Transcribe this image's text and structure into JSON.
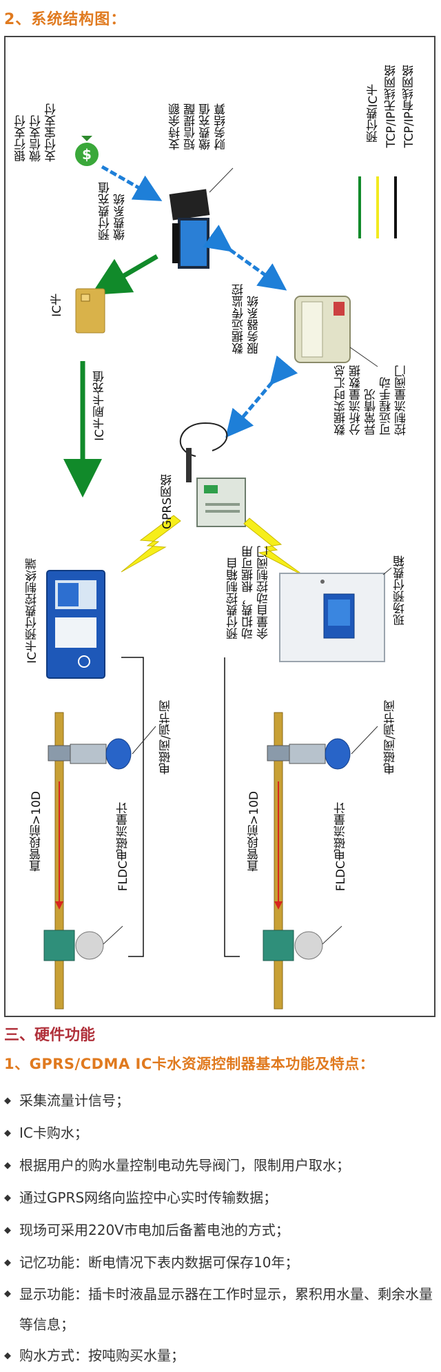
{
  "section_title": "2、系统结构图：",
  "diagram": {
    "legend": [
      {
        "label": "TCP/IP有线网络",
        "color": "#111111"
      },
      {
        "label": "TCP/IP无线网络",
        "color": "#f2ea1e"
      },
      {
        "label": "预付费IC卡",
        "color": "#118a2a"
      }
    ],
    "labels": {
      "payment": [
        "银行支付",
        "微信支付",
        "支付宝支付"
      ],
      "prepay_recharge": [
        "预付费充值",
        "缴费系统"
      ],
      "terminal_features": [
        "支持余额",
        "短信提醒",
        "缴费充值",
        "财务结算"
      ],
      "ic_card": "IC卡",
      "ic_recharge": "IC卡刷卡充值",
      "server": [
        "数据远传监控",
        "服务器系统"
      ],
      "analysis": [
        "数据实时汇总",
        "分析流量数据",
        "异常情况",
        "可远程手动",
        "控制流量阀门"
      ],
      "gprs": "GPRS网络",
      "ic_terminal": "IC卡预付费控制终端",
      "prepay_box": "现场预付费箱",
      "prepay_box_desc": [
        "预付费控制箱自",
        "动扣费，根据可用",
        "余量自动控制阀门"
      ],
      "valve_left": "电磁阀/调节阀",
      "valve_right": "电磁阀/调节阀",
      "pipe_left": "直管段前>10D",
      "pipe_right": "直管段前>10D",
      "flowmeter_left": "FLDC电磁流量计",
      "flowmeter_right": "FLDC电磁流量计"
    }
  },
  "hardware_title": "三、硬件功能",
  "subtitle": "1、GPRS/CDMA IC卡水资源控制器基本功能及特点：",
  "features": [
    "采集流量计信号；",
    "IC卡购水；",
    "根据用户的购水量控制电动先导阀门，限制用户取水；",
    "通过GPRS网络向监控中心实时传输数据；",
    "现场可采用220V市电加后备蓄电池的方式；",
    "记忆功能：断电情况下表内数据可保存10年；",
    "显示功能：插卡时液晶显示器在工作时显示，累积用水量、剩余水量等信息；",
    "购水方式：按吨购买水量；"
  ]
}
